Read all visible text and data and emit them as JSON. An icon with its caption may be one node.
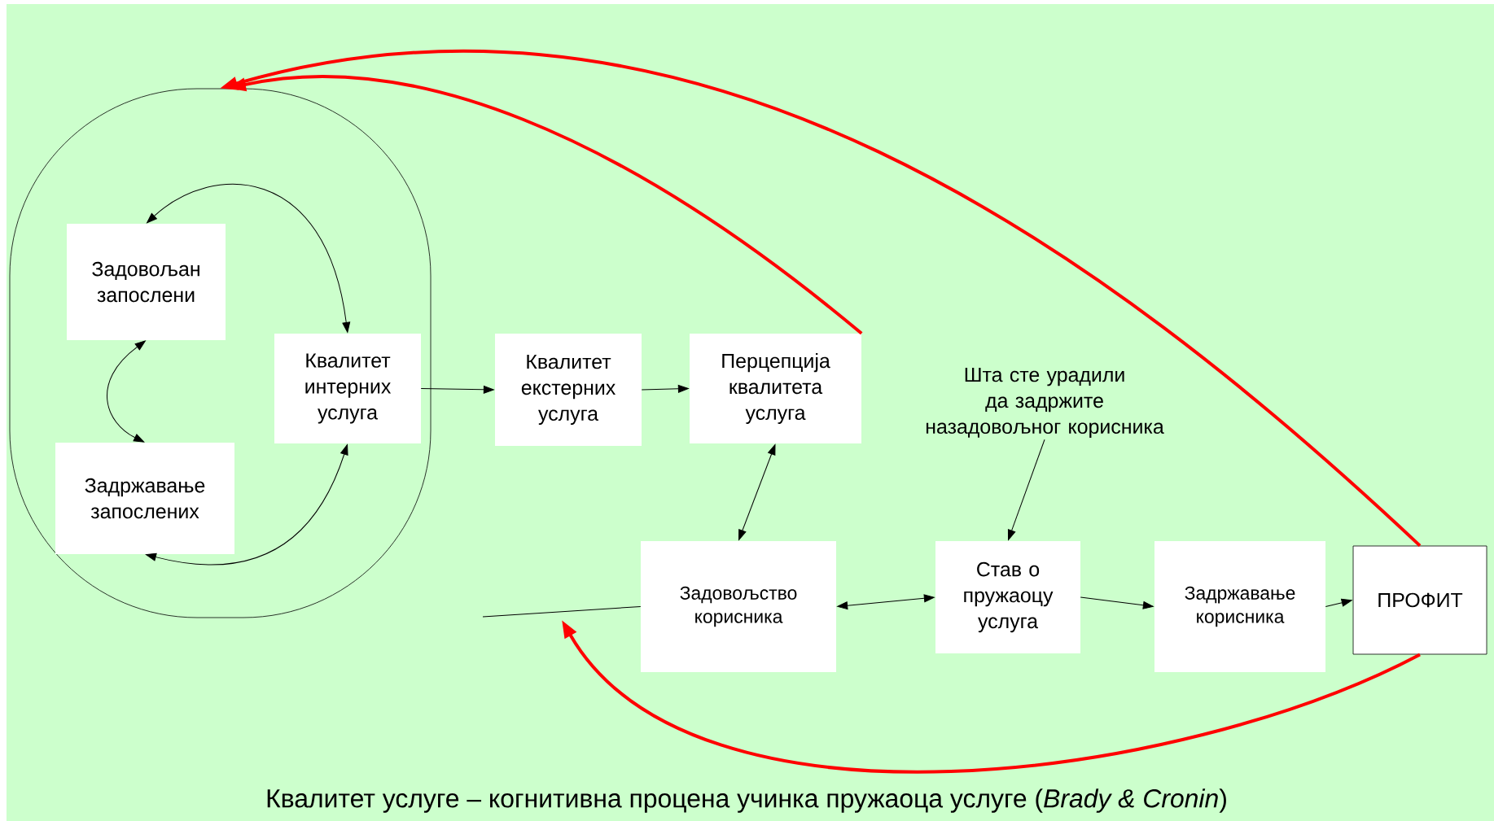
{
  "diagram": {
    "caption": "Квалитет услуге – когнитивна процена учинка пружаоца услуге (*Brady & Cronin*)",
    "nodes": [
      {
        "text": [],
        "shape": "oval"
      },
      {
        "text": [
          "Задовољан запослени"
        ],
        "in": 0
      },
      {
        "text": [
          "Квалитет интерних услуга"
        ],
        "in": 0
      },
      {
        "text": [
          "Задржавање запослених"
        ],
        "in": 0
      },
      {
        "text": [
          "Квалитет екстерних услуга"
        ]
      },
      {
        "text": [
          "Перцепција квалитета услуга"
        ]
      },
      {
        "text": [
          "Шта сте урадили да задржите назадовољног корисника"
        ]
      },
      {
        "text": [
          "Задовољство корисника"
        ]
      },
      {
        "text": [
          "Став о пружаоцу услуга"
        ]
      },
      {
        "text": [
          "Задржавање корисника"
        ]
      },
      {
        "text": [
          "ПРОФИТ"
        ]
      }
    ],
    "edges": [
      {
        "from": 1,
        "to": 2,
        "arrow": "both"
      },
      {
        "from": 1,
        "to": 3,
        "arrow": "both"
      },
      {
        "from": 2,
        "to": 3,
        "arrow": "both"
      },
      {
        "from": 2,
        "to": 4,
        "arrow": "to"
      },
      {
        "from": 4,
        "to": 5,
        "arrow": "to"
      },
      {
        "from": 5,
        "to": 7,
        "arrow": "both"
      },
      {
        "from": 6,
        "to": 8,
        "arrow": "to"
      },
      {
        "from": 7,
        "to": 8,
        "arrow": "both"
      },
      {
        "from": 8,
        "to": 9,
        "arrow": "to"
      },
      {
        "from": 9,
        "to": 10,
        "arrow": "to"
      },
      {
        "from": 10,
        "to": 0,
        "arrow": "to",
        "style": "thick",
        "color": "#ff0000"
      },
      {
        "from": 5,
        "to": 0,
        "arrow": "to",
        "style": "thick",
        "color": "#ff0000"
      },
      {
        "from": null,
        "to": 7,
        "arrow": "none"
      },
      {
        "from": 10,
        "to": null,
        "arrow": "to",
        "style": "thick",
        "color": "#ff0000"
      }
    ]
  }
}
